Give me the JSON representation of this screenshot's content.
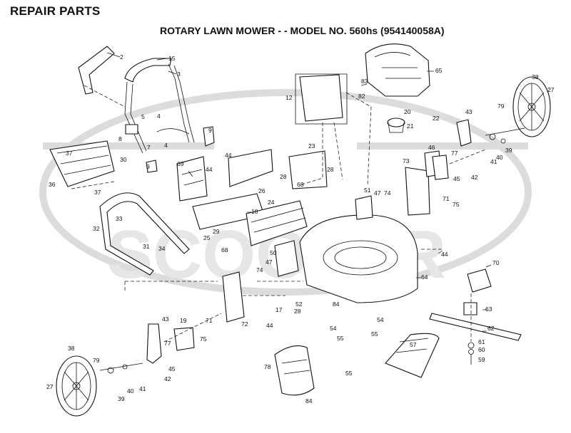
{
  "header": {
    "title": "REPAIR PARTS",
    "subtitle": "ROTARY LAWN MOWER - - MODEL NO. 560hs (954140058A)"
  },
  "watermark": {
    "text": "SCOOTER"
  },
  "parts": [
    {
      "id": "lbl-2",
      "label": "2"
    },
    {
      "id": "lbl-15",
      "label": "15"
    },
    {
      "id": "lbl-3",
      "label": "3"
    },
    {
      "id": "lbl-5",
      "label": "5"
    },
    {
      "id": "lbl-4a",
      "label": "4"
    },
    {
      "id": "lbl-8",
      "label": "8"
    },
    {
      "id": "lbl-7",
      "label": "7"
    },
    {
      "id": "lbl-9a",
      "label": "9"
    },
    {
      "id": "lbl-4b",
      "label": "4"
    },
    {
      "id": "lbl-37a",
      "label": "37"
    },
    {
      "id": "lbl-30",
      "label": "30"
    },
    {
      "id": "lbl-9b",
      "label": "9"
    },
    {
      "id": "lbl-36",
      "label": "36"
    },
    {
      "id": "lbl-37b",
      "label": "37"
    },
    {
      "id": "lbl-33",
      "label": "33"
    },
    {
      "id": "lbl-32",
      "label": "32"
    },
    {
      "id": "lbl-31",
      "label": "31"
    },
    {
      "id": "lbl-34",
      "label": "34"
    },
    {
      "id": "lbl-69",
      "label": "69"
    },
    {
      "id": "lbl-44a",
      "label": "44"
    },
    {
      "id": "lbl-44b",
      "label": "44"
    },
    {
      "id": "lbl-26",
      "label": "26"
    },
    {
      "id": "lbl-28a",
      "label": "28"
    },
    {
      "id": "lbl-23",
      "label": "23"
    },
    {
      "id": "lbl-28b",
      "label": "28"
    },
    {
      "id": "lbl-12",
      "label": "12"
    },
    {
      "id": "lbl-83",
      "label": "83"
    },
    {
      "id": "lbl-82",
      "label": "82"
    },
    {
      "id": "lbl-65",
      "label": "65"
    },
    {
      "id": "lbl-20",
      "label": "20"
    },
    {
      "id": "lbl-21",
      "label": "21"
    },
    {
      "id": "lbl-22",
      "label": "22"
    },
    {
      "id": "lbl-43a",
      "label": "43"
    },
    {
      "id": "lbl-38a",
      "label": "38"
    },
    {
      "id": "lbl-27a",
      "label": "27"
    },
    {
      "id": "lbl-79a",
      "label": "79"
    },
    {
      "id": "lbl-39a",
      "label": "39"
    },
    {
      "id": "lbl-40a",
      "label": "40"
    },
    {
      "id": "lbl-41a",
      "label": "41"
    },
    {
      "id": "lbl-42a",
      "label": "42"
    },
    {
      "id": "lbl-45a",
      "label": "45"
    },
    {
      "id": "lbl-77a",
      "label": "77"
    },
    {
      "id": "lbl-46",
      "label": "46"
    },
    {
      "id": "lbl-73",
      "label": "73"
    },
    {
      "id": "lbl-71a",
      "label": "71"
    },
    {
      "id": "lbl-75a",
      "label": "75"
    },
    {
      "id": "lbl-68a",
      "label": "68"
    },
    {
      "id": "lbl-24",
      "label": "24"
    },
    {
      "id": "lbl-18",
      "label": "18"
    },
    {
      "id": "lbl-29",
      "label": "29"
    },
    {
      "id": "lbl-25",
      "label": "25"
    },
    {
      "id": "lbl-68b",
      "label": "68"
    },
    {
      "id": "lbl-51",
      "label": "51"
    },
    {
      "id": "lbl-47a",
      "label": "47"
    },
    {
      "id": "lbl-74a",
      "label": "74"
    },
    {
      "id": "lbl-50",
      "label": "50"
    },
    {
      "id": "lbl-47b",
      "label": "47"
    },
    {
      "id": "lbl-74b",
      "label": "74"
    },
    {
      "id": "lbl-44c",
      "label": "44"
    },
    {
      "id": "lbl-64",
      "label": "64"
    },
    {
      "id": "lbl-70",
      "label": "70"
    },
    {
      "id": "lbl-63",
      "label": "63"
    },
    {
      "id": "lbl-62",
      "label": "62"
    },
    {
      "id": "lbl-61",
      "label": "61"
    },
    {
      "id": "lbl-60",
      "label": "60"
    },
    {
      "id": "lbl-59",
      "label": "59"
    },
    {
      "id": "lbl-57",
      "label": "57"
    },
    {
      "id": "lbl-17",
      "label": "17"
    },
    {
      "id": "lbl-52",
      "label": "52"
    },
    {
      "id": "lbl-28c",
      "label": "28"
    },
    {
      "id": "lbl-84a",
      "label": "84"
    },
    {
      "id": "lbl-54a",
      "label": "54"
    },
    {
      "id": "lbl-54b",
      "label": "54"
    },
    {
      "id": "lbl-55a",
      "label": "55"
    },
    {
      "id": "lbl-55b",
      "label": "55"
    },
    {
      "id": "lbl-55c",
      "label": "55"
    },
    {
      "id": "lbl-72",
      "label": "72"
    },
    {
      "id": "lbl-44d",
      "label": "44"
    },
    {
      "id": "lbl-19",
      "label": "19"
    },
    {
      "id": "lbl-43b",
      "label": "43"
    },
    {
      "id": "lbl-71b",
      "label": "71"
    },
    {
      "id": "lbl-75b",
      "label": "75"
    },
    {
      "id": "lbl-77b",
      "label": "77"
    },
    {
      "id": "lbl-45b",
      "label": "45"
    },
    {
      "id": "lbl-42b",
      "label": "42"
    },
    {
      "id": "lbl-38b",
      "label": "38"
    },
    {
      "id": "lbl-79b",
      "label": "79"
    },
    {
      "id": "lbl-40b",
      "label": "40"
    },
    {
      "id": "lbl-41b",
      "label": "41"
    },
    {
      "id": "lbl-39b",
      "label": "39"
    },
    {
      "id": "lbl-27b",
      "label": "27"
    },
    {
      "id": "lbl-78",
      "label": "78"
    },
    {
      "id": "lbl-84b",
      "label": "84"
    }
  ]
}
